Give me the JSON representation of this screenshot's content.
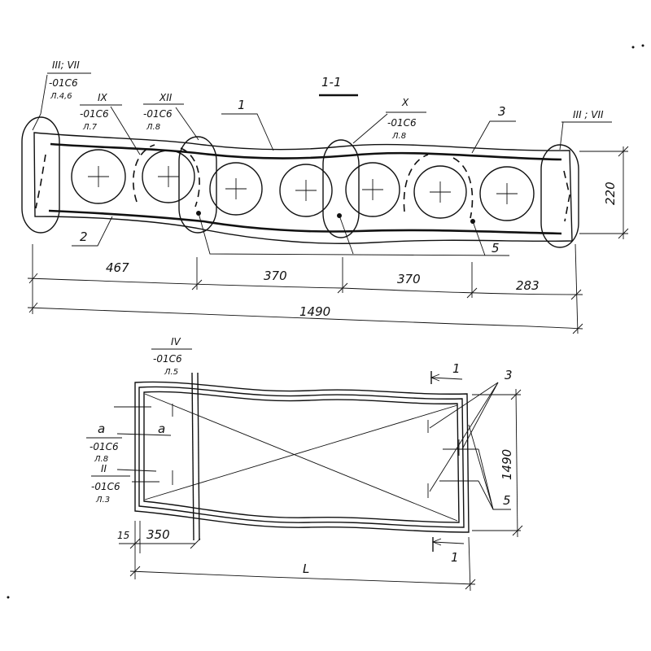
{
  "section": {
    "title": "1-1",
    "callouts": {
      "left_end": {
        "mark": "III; VII",
        "ref": "-01C6",
        "sheet": "Л.4,6"
      },
      "ix": {
        "mark": "IX",
        "ref": "-01C6",
        "sheet": "Л.7"
      },
      "xii": {
        "mark": "XII",
        "ref": "-01C6",
        "sheet": "Л.8"
      },
      "x": {
        "mark": "X",
        "ref": "-01C6",
        "sheet": "Л.8"
      },
      "right_end": {
        "mark": "III ; VII"
      }
    },
    "positions": {
      "p1": "1",
      "p2": "2",
      "p3": "3",
      "p5": "5"
    },
    "height": "220",
    "dims": {
      "d1": "467",
      "d2": "370",
      "d3": "370",
      "d4": "283",
      "total": "1490"
    }
  },
  "plan": {
    "callouts": {
      "iv": {
        "mark": "IV",
        "ref": "-01C6",
        "sheet": "Л.5"
      },
      "a_left": {
        "mark": "а",
        "ref": "-01C6",
        "sheet": "Л.8"
      },
      "a_right": {
        "mark": "а"
      },
      "ii": {
        "mark": "II",
        "ref": "-01C6",
        "sheet": "Л.3"
      }
    },
    "cut_top": "1",
    "cut_bottom": "1",
    "positions": {
      "p3": "3",
      "p5": "5"
    },
    "width": "1490",
    "dims": {
      "d15": "15",
      "d350": "350",
      "length": "L"
    }
  }
}
